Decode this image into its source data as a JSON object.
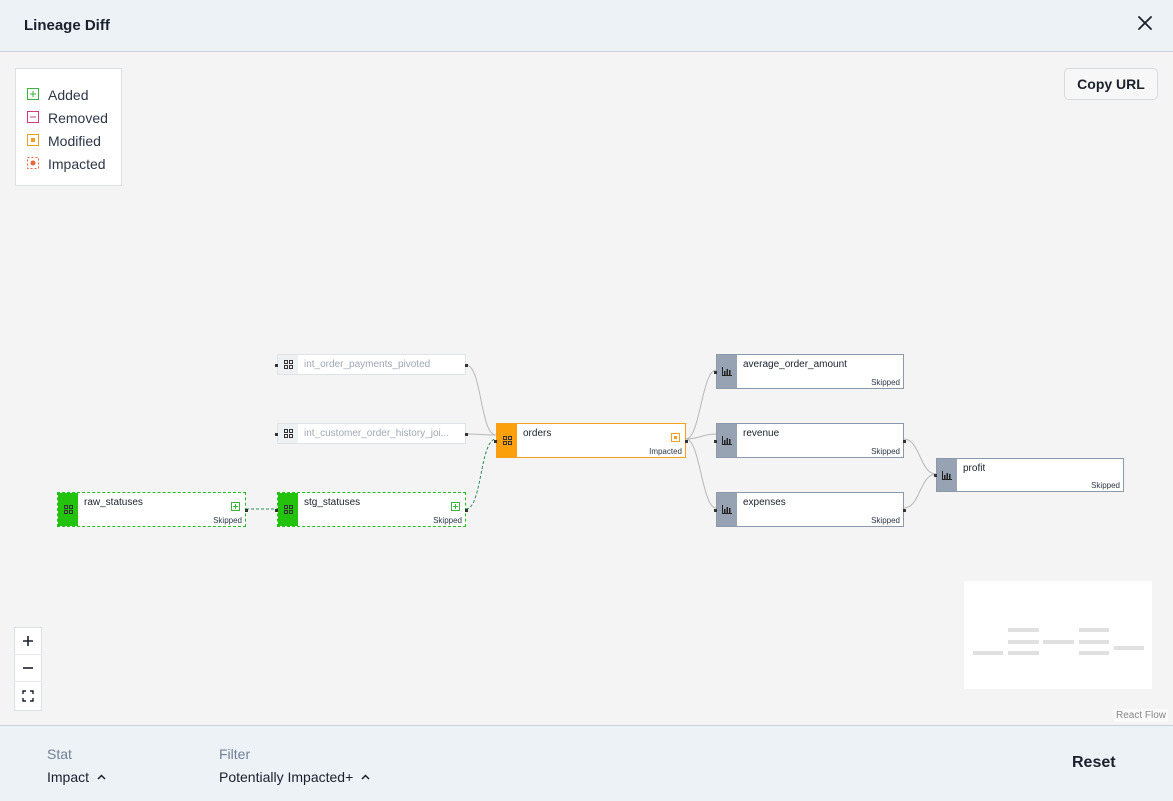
{
  "header": {
    "title": "Lineage Diff"
  },
  "legend": {
    "items": [
      {
        "label": "Added",
        "color": "#3cb43c"
      },
      {
        "label": "Removed",
        "color": "#d23c78"
      },
      {
        "label": "Modified",
        "color": "#f0a020"
      },
      {
        "label": "Impacted",
        "color": "#e8643c"
      }
    ]
  },
  "toolbar": {
    "copy_url_label": "Copy URL"
  },
  "nodes": {
    "int_order_payments_pivoted": {
      "label": "int_order_payments_pivoted"
    },
    "int_customer_order_history_joined": {
      "label": "int_customer_order_history_joi..."
    },
    "raw_statuses": {
      "label": "raw_statuses",
      "status": "Skipped"
    },
    "stg_statuses": {
      "label": "stg_statuses",
      "status": "Skipped"
    },
    "orders": {
      "label": "orders",
      "status": "Impacted"
    },
    "average_order_amount": {
      "label": "average_order_amount",
      "status": "Skipped"
    },
    "revenue": {
      "label": "revenue",
      "status": "Skipped"
    },
    "expenses": {
      "label": "expenses",
      "status": "Skipped"
    },
    "profit": {
      "label": "profit",
      "status": "Skipped"
    }
  },
  "attribution": "React Flow",
  "footer": {
    "stat_label": "Stat",
    "stat_value": "Impact",
    "filter_label": "Filter",
    "filter_value": "Potentially Impacted+",
    "reset_label": "Reset"
  }
}
